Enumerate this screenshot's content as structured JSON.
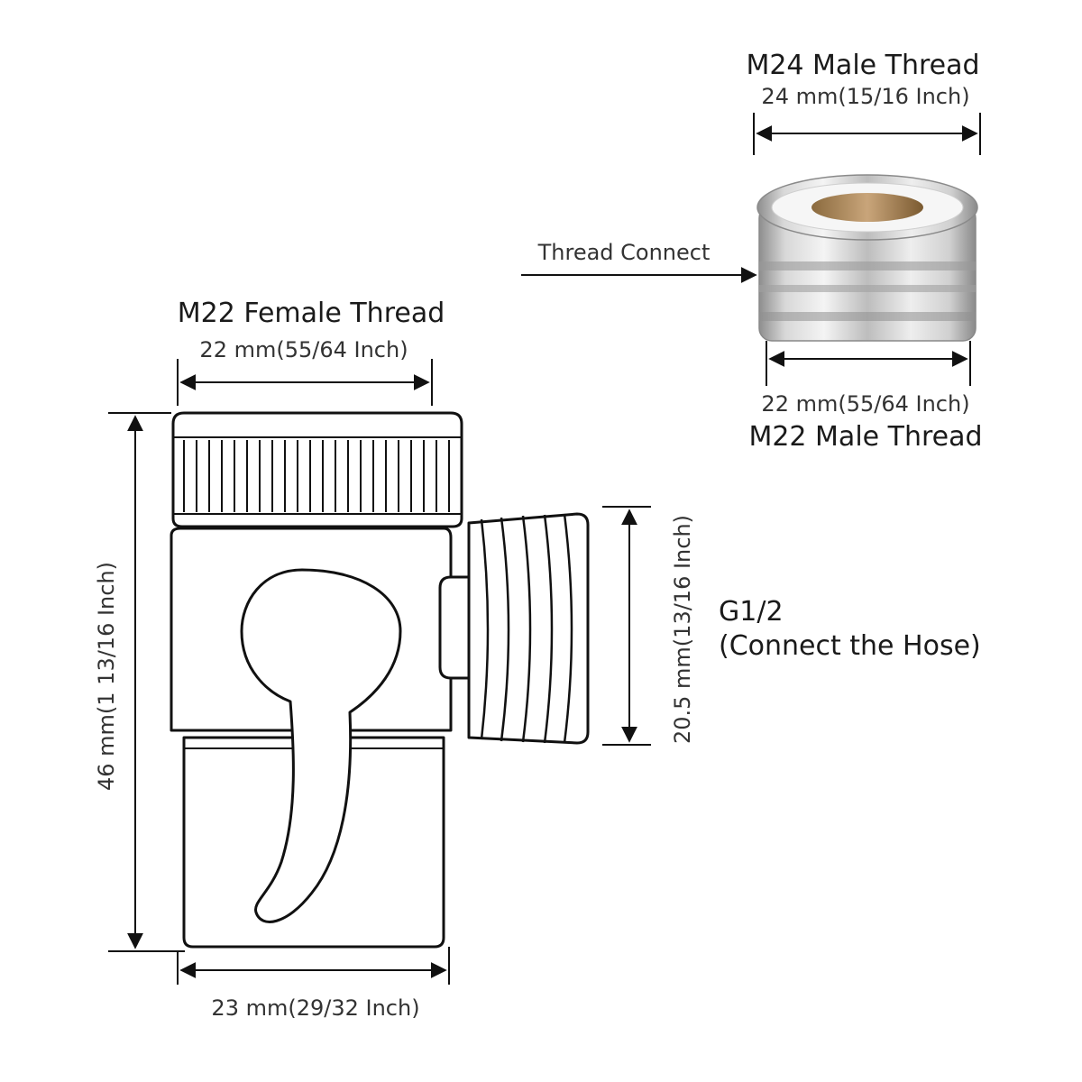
{
  "diagram": {
    "top_adapter": {
      "top_thread_label": "M24 Male Thread",
      "top_thread_dim": "24 mm(15/16 Inch)",
      "thread_connect_label": "Thread Connect",
      "bottom_thread_dim": "22 mm(55/64 Inch)",
      "bottom_thread_label": "M22 Male Thread"
    },
    "diverter_valve": {
      "female_thread_label": "M22 Female Thread",
      "female_thread_dim": "22 mm(55/64 Inch)",
      "height_dim": "46 mm(1 13/16 Inch)",
      "outlet_height_dim": "20.5 mm(13/16 Inch)",
      "outlet_label": "G1/2",
      "outlet_note": "(Connect the Hose)",
      "width_dim": "23 mm(29/32 Inch)"
    }
  }
}
